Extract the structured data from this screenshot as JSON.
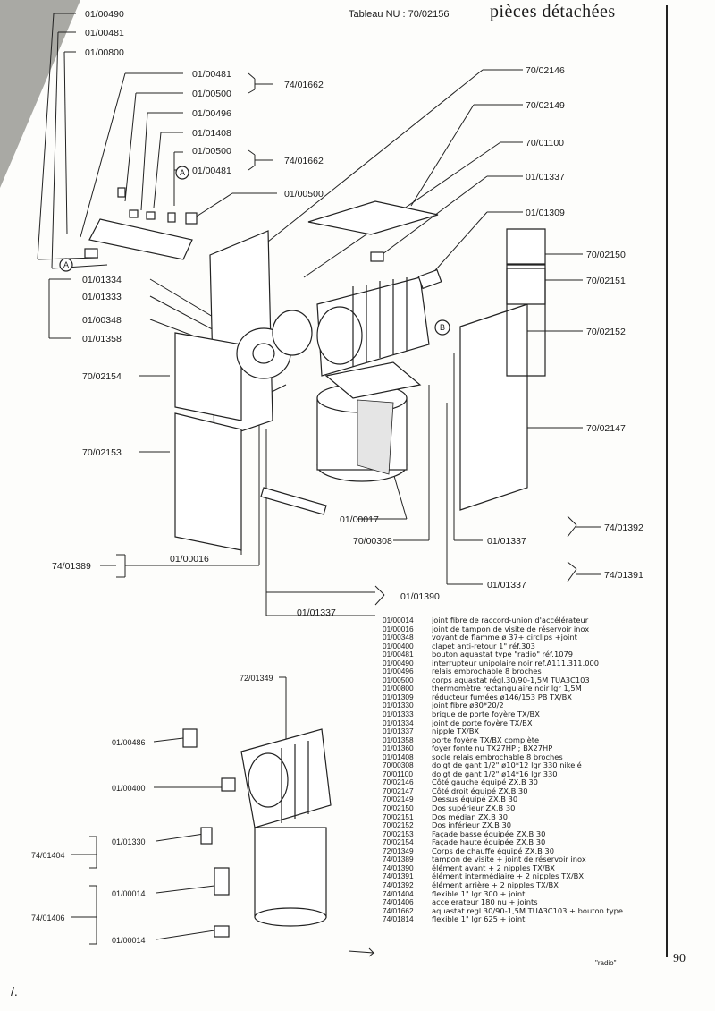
{
  "header": {
    "table_ref": "Tableau NU : 70/02156",
    "title": "pièces détachées"
  },
  "page_number": "90",
  "scan_mark": "/.",
  "legend_extra": "\"radio\"",
  "labels": [
    "01/00490",
    "01/00481",
    "01/00800",
    "01/00481",
    "01/00500",
    "01/00496",
    "01/01408",
    "01/00500",
    "01/00481",
    "74/01662",
    "74/01662",
    "01/00500",
    "70/02146",
    "70/02149",
    "70/01100",
    "01/01337",
    "01/01309",
    "70/02150",
    "70/02151",
    "70/02152",
    "70/02147",
    "01/01334",
    "01/01333",
    "01/00348",
    "01/01358",
    "70/02154",
    "70/02153",
    "01/00017",
    "70/00308",
    "01/01337",
    "74/01392",
    "01/00016",
    "74/01389",
    "74/01391",
    "01/01337",
    "01/01390",
    "01/01337",
    "72/01349",
    "01/00486",
    "01/00400",
    "01/01330",
    "74/01404",
    "01/00014",
    "74/01406",
    "01/00014"
  ],
  "legend": [
    {
      "code": "01/00014",
      "desc": "joint fibre de raccord-union d'accélérateur"
    },
    {
      "code": "01/00016",
      "desc": "joint de tampon de visite de réservoir inox"
    },
    {
      "code": "01/00348",
      "desc": "voyant de flamme ø 37+ circlips +joint"
    },
    {
      "code": "01/00400",
      "desc": "clapet anti-retour 1\" réf.303"
    },
    {
      "code": "01/00481",
      "desc": "bouton aquastat type \"radio\" réf.1079"
    },
    {
      "code": "01/00490",
      "desc": "interrupteur unipolaire noir ref.A111.311.000"
    },
    {
      "code": "01/00496",
      "desc": "relais embrochable 8 broches"
    },
    {
      "code": "01/00500",
      "desc": "corps aquastat régl.30/90-1,5M TUA3C103"
    },
    {
      "code": "01/00800",
      "desc": "thermomètre rectangulaire noir lgr 1,5M"
    },
    {
      "code": "01/01309",
      "desc": "réducteur fumées ø146/153 PB TX/BX"
    },
    {
      "code": "01/01330",
      "desc": "joint fibre ø30*20/2"
    },
    {
      "code": "01/01333",
      "desc": "brique de porte foyère TX/BX"
    },
    {
      "code": "01/01334",
      "desc": "joint de porte foyère TX/BX"
    },
    {
      "code": "01/01337",
      "desc": "nipple TX/BX"
    },
    {
      "code": "01/01358",
      "desc": "porte foyère TX/BX complète"
    },
    {
      "code": "01/01360",
      "desc": "foyer fonte nu TX27HP ; BX27HP"
    },
    {
      "code": "01/01408",
      "desc": "socle relais embrochable 8 broches"
    },
    {
      "code": "70/00308",
      "desc": "doigt de gant 1/2\" ø10*12 lgr 330 nikelé"
    },
    {
      "code": "70/01100",
      "desc": "doigt de gant 1/2\" ø14*16 lgr 330"
    },
    {
      "code": "70/02146",
      "desc": "Côté gauche équipé ZX.B 30"
    },
    {
      "code": "70/02147",
      "desc": "Côté droit équipé ZX.B 30"
    },
    {
      "code": "70/02149",
      "desc": "Dessus équipé ZX.B 30"
    },
    {
      "code": "70/02150",
      "desc": "Dos supérieur ZX.B 30"
    },
    {
      "code": "70/02151",
      "desc": "Dos médian ZX.B 30"
    },
    {
      "code": "70/02152",
      "desc": "Dos inférieur ZX.B 30"
    },
    {
      "code": "70/02153",
      "desc": "Façade basse équipée ZX.B 30"
    },
    {
      "code": "70/02154",
      "desc": "Façade haute équipée ZX.B 30"
    },
    {
      "code": "72/01349",
      "desc": "Corps de chauffe équipé ZX.B 30"
    },
    {
      "code": "74/01389",
      "desc": "tampon de visite + joint de réservoir inox"
    },
    {
      "code": "74/01390",
      "desc": "élément avant + 2 nipples TX/BX"
    },
    {
      "code": "74/01391",
      "desc": "élément intermédiaire + 2 nipples TX/BX"
    },
    {
      "code": "74/01392",
      "desc": "élément arrière + 2 nipples TX/BX"
    },
    {
      "code": "74/01404",
      "desc": "flexible 1\" lgr 300 + joint"
    },
    {
      "code": "74/01406",
      "desc": "accelerateur 180 nu + joints"
    },
    {
      "code": "74/01662",
      "desc": "aquastat regl.30/90-1,5M TUA3C103 + bouton type"
    },
    {
      "code": "74/01814",
      "desc": "flexible 1\" lgr 625 + joint"
    }
  ]
}
